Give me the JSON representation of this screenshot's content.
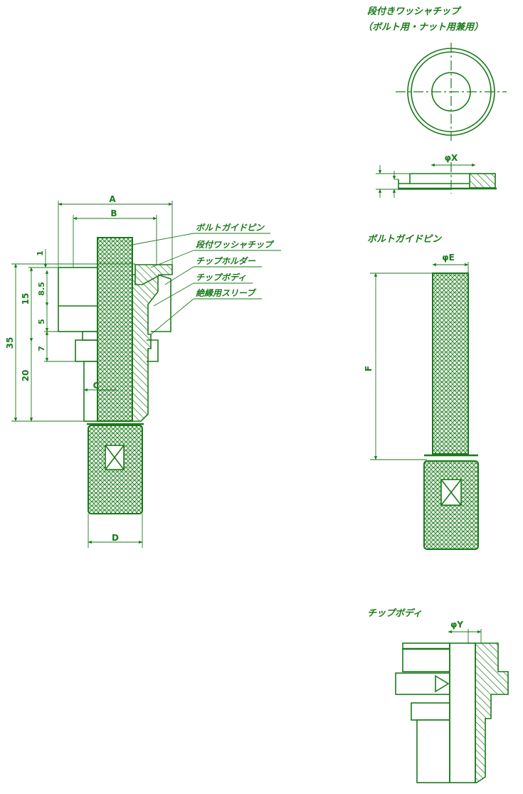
{
  "colors": {
    "line": "#1a7a1a",
    "background": "#ffffff"
  },
  "assembly": {
    "callouts": {
      "guide_pin": "ボルトガイドピン",
      "washer_tip": "段付ワッシャチップ",
      "tip_holder": "チップホルダー",
      "tip_body": "チップボディ",
      "insulating_sleeve": "絶縁用スリーブ"
    },
    "dims": {
      "A": "A",
      "B": "B",
      "C": "C",
      "D": "D",
      "d1": "1",
      "d8_5": "8.5",
      "d15": "15",
      "d5": "5",
      "d7": "7",
      "d20": "20",
      "d35": "35"
    }
  },
  "washer_tip": {
    "title": "段付きワッシャチップ",
    "subtitle": "（ボルト用・ナット用兼用）",
    "dim_x": "φX"
  },
  "guide_pin": {
    "title": "ボルトガイドピン",
    "dim_e": "φE",
    "dim_f": "F"
  },
  "tip_body": {
    "title": "チップボディ",
    "dim_y": "φY"
  }
}
